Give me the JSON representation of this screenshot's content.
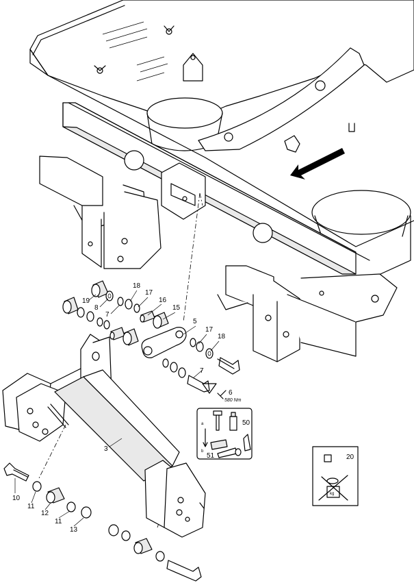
{
  "callouts": [
    {
      "id": "c19",
      "label": "19"
    },
    {
      "id": "c8",
      "label": "8"
    },
    {
      "id": "c7a",
      "label": "7"
    },
    {
      "id": "c18a",
      "label": "18"
    },
    {
      "id": "c17a",
      "label": "17"
    },
    {
      "id": "c16",
      "label": "16"
    },
    {
      "id": "c15",
      "label": "15"
    },
    {
      "id": "c5",
      "label": "5"
    },
    {
      "id": "c17b",
      "label": "17"
    },
    {
      "id": "c18b",
      "label": "18"
    },
    {
      "id": "c7b",
      "label": "7"
    },
    {
      "id": "c6",
      "label": "6"
    },
    {
      "id": "c3",
      "label": "3"
    },
    {
      "id": "c10",
      "label": "10"
    },
    {
      "id": "c11a",
      "label": "11"
    },
    {
      "id": "c12",
      "label": "12"
    },
    {
      "id": "c11b",
      "label": "11"
    },
    {
      "id": "c13",
      "label": "13"
    }
  ],
  "torque": {
    "value": "580 Nm"
  },
  "instruction_box": {
    "step_a": "a",
    "step_b": "b",
    "item_50": "50",
    "item_51": "51"
  },
  "weight_box": {
    "item_20": "20",
    "kg": "kg"
  },
  "direction_arrow": {
    "icon": "travel-direction-arrow-icon"
  }
}
